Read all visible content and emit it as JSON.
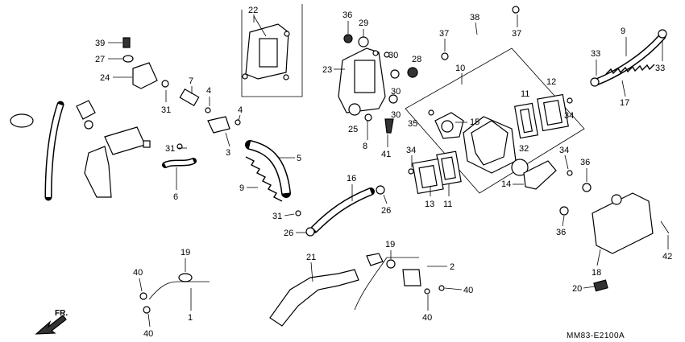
{
  "diagram": {
    "code": "MM83-E2100A",
    "direction_label": "FR.",
    "labels": {
      "n1": "1",
      "n2": "2",
      "n3": "3",
      "n4a": "4",
      "n4b": "4",
      "n6": "6",
      "n7": "7",
      "n8": "8",
      "n9a": "9",
      "n9b": "9",
      "n10": "10",
      "n11a": "11",
      "n11b": "11",
      "n12": "12",
      "n13": "13",
      "n14": "14",
      "n15": "15",
      "n16": "16",
      "n17": "17",
      "n18": "18",
      "n19a": "19",
      "n19b": "19",
      "n20": "20",
      "n21": "21",
      "n22": "22",
      "n23": "23",
      "n24": "24",
      "n25": "25",
      "n26a": "26",
      "n26b": "26",
      "n27": "27",
      "n28": "28",
      "n29": "29",
      "n30a": "30",
      "n30b": "30",
      "n31a": "31",
      "n31b": "31",
      "n31c": "31",
      "n32": "32",
      "n33a": "33",
      "n33b": "33",
      "n34a": "34",
      "n34b": "34",
      "n34c": "34",
      "n35": "35",
      "n36a": "36",
      "n36b": "36",
      "n36c": "36",
      "n37a": "37",
      "n37b": "37",
      "n38": "38",
      "n39": "39",
      "n40a": "40",
      "n40b": "40",
      "n40c": "40",
      "n40d": "40",
      "n41": "41",
      "n42": "42",
      "n5": "5"
    }
  }
}
